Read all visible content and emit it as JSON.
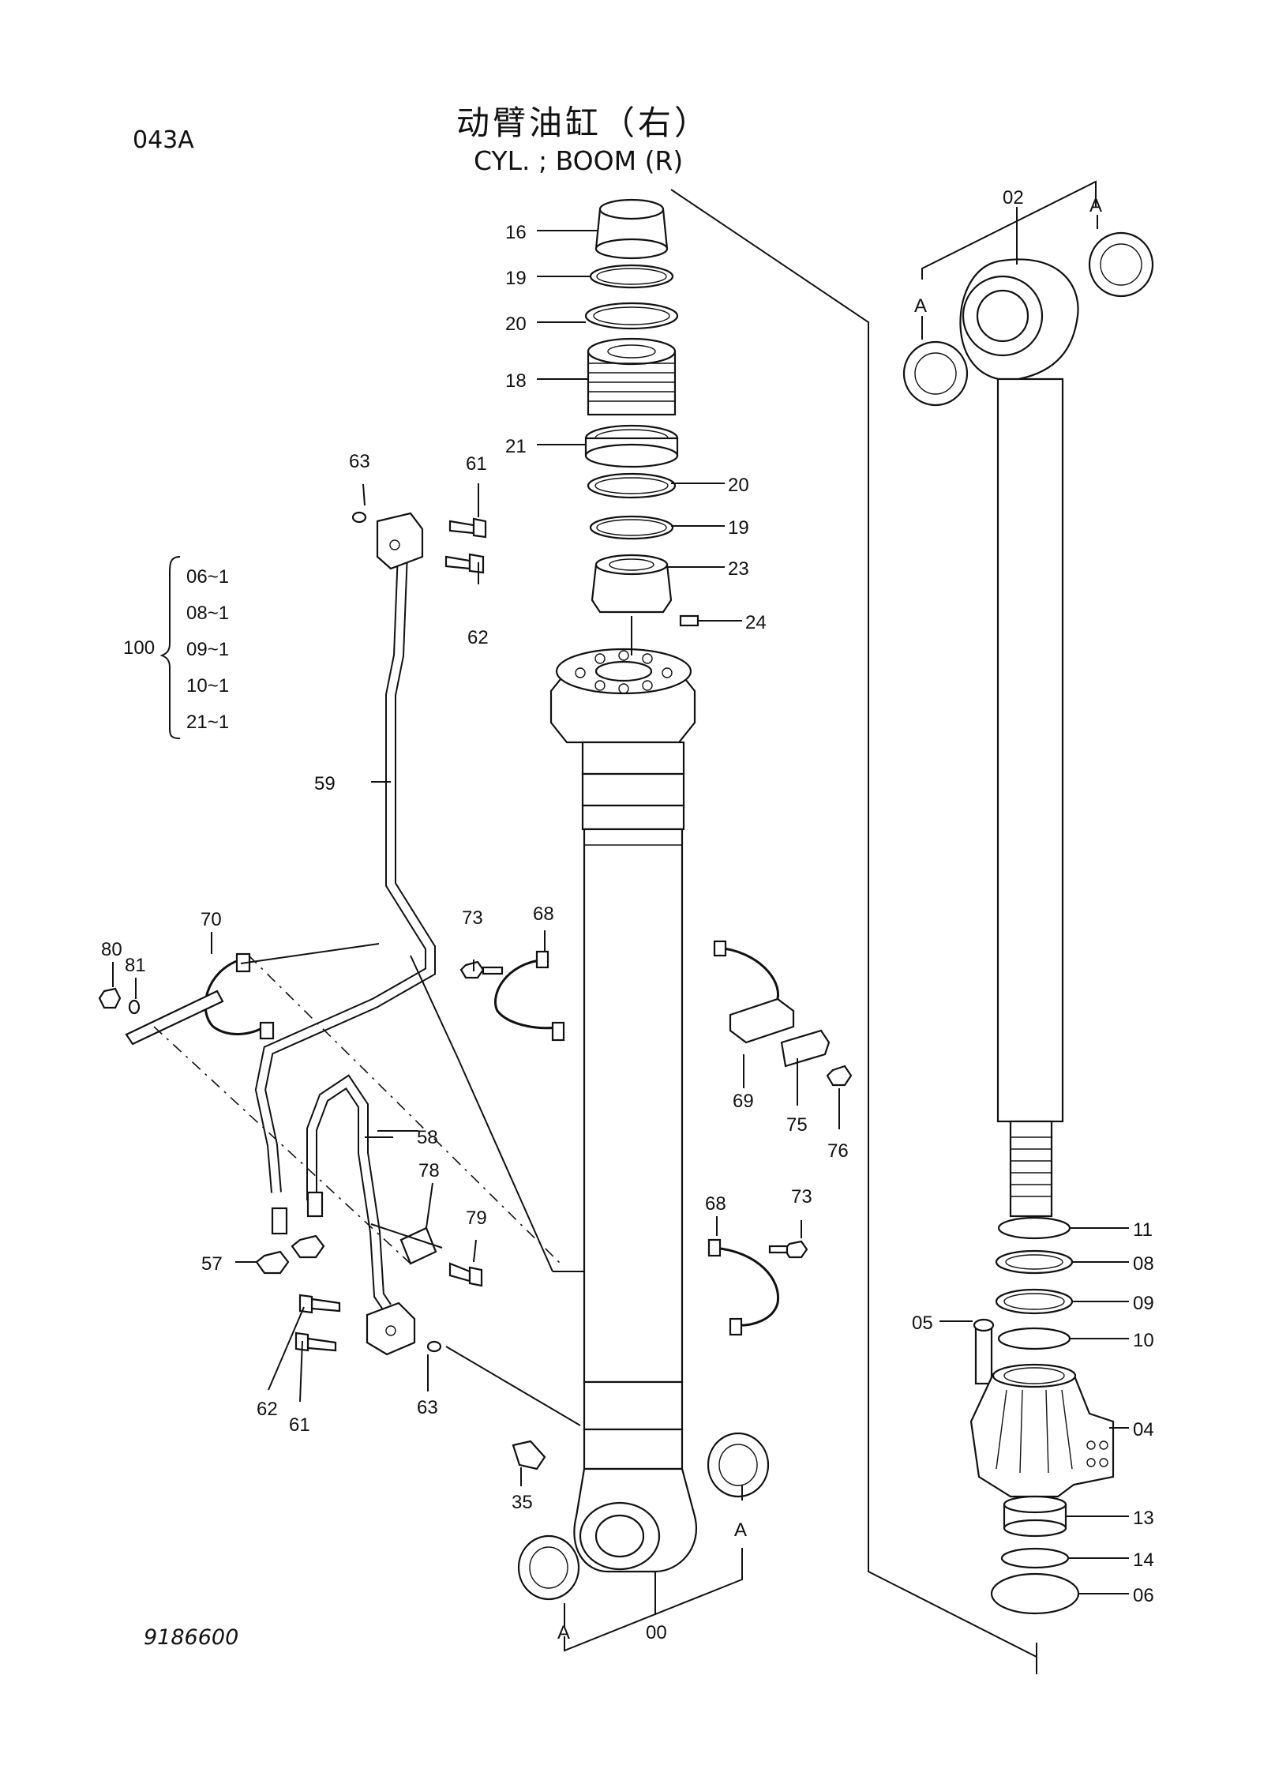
{
  "header": {
    "page_code": "043A",
    "title_cn": "动臂油缸（右）",
    "title_en": "CYL. ; BOOM (R)"
  },
  "footer": {
    "drawing_number": "9186600"
  },
  "callouts": {
    "p00": "00",
    "p02": "02",
    "p04": "04",
    "p05": "05",
    "p06": "06",
    "p08": "08",
    "p09": "09",
    "p10": "10",
    "p11": "11",
    "p13": "13",
    "p14": "14",
    "p16": "16",
    "p18": "18",
    "p19a": "19",
    "p19b": "19",
    "p20a": "20",
    "p20b": "20",
    "p21": "21",
    "p23": "23",
    "p24": "24",
    "p35": "35",
    "p57": "57",
    "p58": "58",
    "p59": "59",
    "p61a": "61",
    "p61b": "61",
    "p62a": "62",
    "p62b": "62",
    "p63a": "63",
    "p63b": "63",
    "p68a": "68",
    "p68b": "68",
    "p69": "69",
    "p70": "70",
    "p73a": "73",
    "p73b": "73",
    "p75": "75",
    "p76": "76",
    "p78": "78",
    "p79": "79",
    "p80": "80",
    "p81": "81",
    "A1": "A",
    "A2": "A",
    "A3": "A",
    "A4": "A"
  },
  "kit": {
    "number": "100",
    "items": [
      "06~1",
      "08~1",
      "09~1",
      "10~1",
      "21~1"
    ]
  }
}
